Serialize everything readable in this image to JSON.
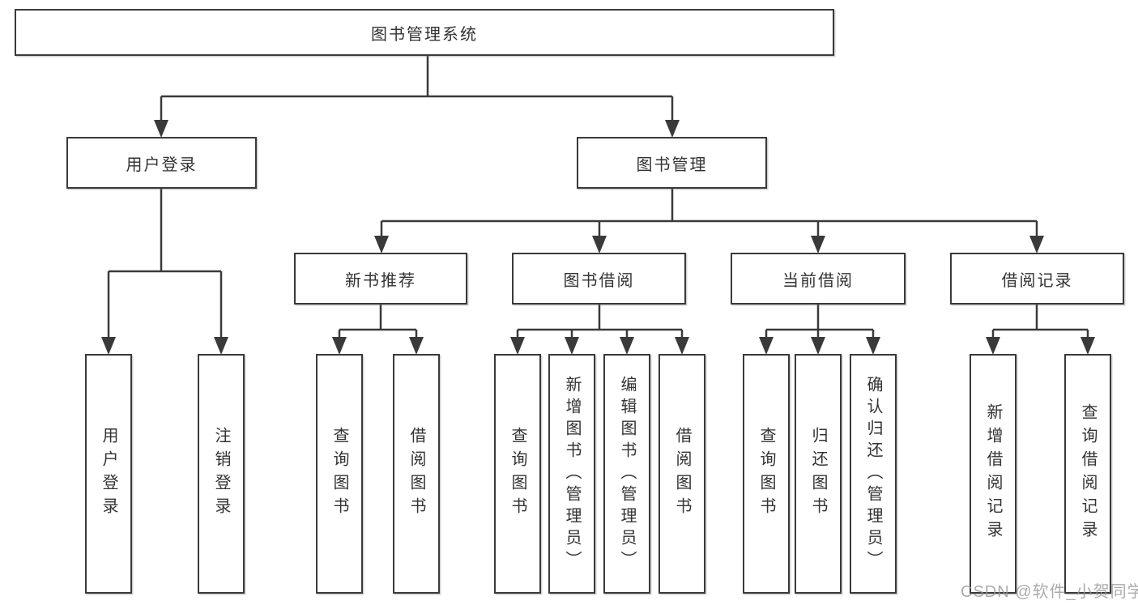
{
  "title": "图书管理系统",
  "level2": [
    {
      "label": "用户登录",
      "children": [
        "用户登录",
        "注销登录"
      ]
    },
    {
      "label": "图书管理"
    }
  ],
  "level3": [
    {
      "label": "新书推荐",
      "children": [
        "查询图书",
        "借阅图书"
      ]
    },
    {
      "label": "图书借阅",
      "children": [
        "查询图书",
        "新增图书（管理员）",
        "编辑图书（管理员）",
        "借阅图书"
      ]
    },
    {
      "label": "当前借阅",
      "children": [
        "查询图书",
        "归还图书",
        "确认归还（管理员）"
      ]
    },
    {
      "label": "借阅记录",
      "children": [
        "新增借阅记录",
        "查询借阅记录"
      ]
    }
  ],
  "watermark": "CSDN @软件_小贺同学",
  "colors": {
    "line": "#3a3a3a",
    "text": "#333333",
    "background": "#ffffff",
    "watermark": "#969696"
  }
}
